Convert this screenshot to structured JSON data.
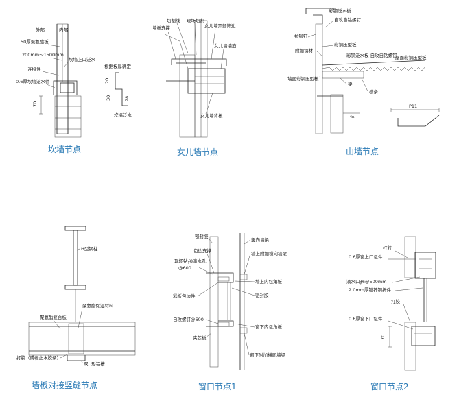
{
  "captions": {
    "d1": "坎墙节点",
    "d2": "女儿墙节点",
    "d3": "山墙节点",
    "d4": "墙板对接竖缝节点",
    "d5": "窗口节点1",
    "d6": "窗口节点2"
  },
  "d1": {
    "outside": "外部",
    "inside": "内部",
    "panel": "50厚聚氨酯板",
    "spacing": "200mm～1500mm",
    "top_trim": "坎墙上口泛水",
    "connector": "连接件",
    "flashing": "0.6厚坎墙泛水件",
    "dim70": "70",
    "thickness_note": "根据板厚确定",
    "dim20": "20",
    "dim28": "28",
    "dim30": "30",
    "small_note": "坎墙泛水"
  },
  "d2": {
    "brace": "墙板支撑",
    "cut": "切割线",
    "field_cut": "现场切割",
    "top_trim": "女儿墙顶部饰边",
    "rib": "女儿墙墙筋",
    "back": "女儿墙背板"
  },
  "d3": {
    "flashing": "彩钢泛水板",
    "screw": "自攻自钻螺钉",
    "rivet": "拉铆钉",
    "profiled": "彩钢压型板",
    "extra": "附加钢材",
    "flashing2": "彩钢泛水板 自攻自钻螺钉",
    "roof": "屋面彩钢压型板",
    "wall": "墙面彩钢压型板",
    "beam": "梁",
    "purlin": "檩条",
    "column": "柱",
    "dim": "P11"
  },
  "d4": {
    "column": "H型钢柱",
    "foam": "聚氨酯保温材料",
    "composite": "聚氨酯复合板",
    "sealant": "打胶（或者止水胶条）",
    "channel": "双U形铝槽"
  },
  "d5": {
    "sealant": "密封胶",
    "wrap": "包边支撑",
    "drill": "现场钻∮8滴水孔",
    "spacing1": "@600",
    "trim": "彩板包边件",
    "screw": "自攻螺钉@600",
    "sandwich": "夹芯板",
    "beam": "竖向墙梁",
    "upper_beam": "墙上附加横向墙梁",
    "inner_trim": "墙上内包角板",
    "sealant2": "密封胶",
    "lower_trim": "窗下内包角板",
    "lower_beam": "窗下附加横向墙梁"
  },
  "d6": {
    "sealant": "打胶",
    "upper": "0.6厚窗上口包件",
    "drip": "滴水口∮6@500mm",
    "gutter": "2.0mm厚镀锌钢折件",
    "sealant2": "打胶",
    "lower": "0.6厚窗下口包件",
    "dim70": "70"
  }
}
